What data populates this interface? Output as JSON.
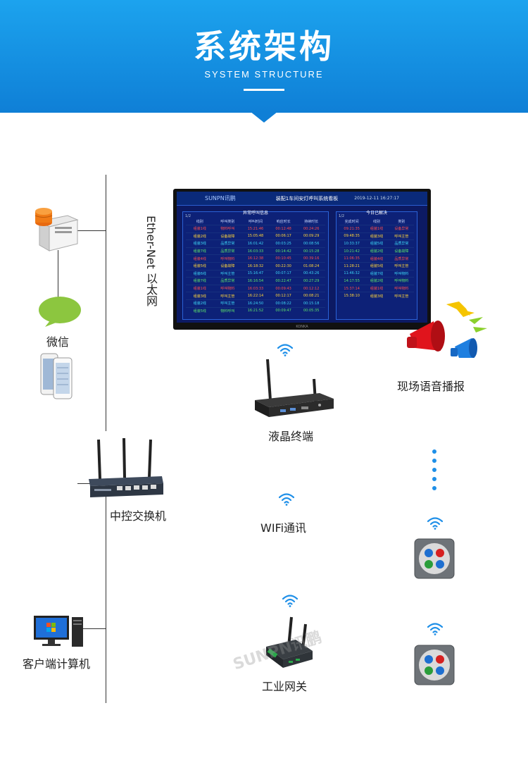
{
  "header": {
    "title": "系统架构",
    "subtitle": "SYSTEM STRUCTURE"
  },
  "labels": {
    "ethernet": "Ether-Net 以太网",
    "wechat": "微信",
    "lcd_terminal": "液晶终端",
    "onsite_broadcast": "现场语音播报",
    "central_switch": "中控交换机",
    "wifi_comm": "WIFi通讯",
    "client_computer": "客户端计算机",
    "industrial_gateway": "工业网关"
  },
  "board": {
    "logo": "SUNPN讯鹏",
    "title": "装配1车间安灯呼叫系统看板",
    "datetime": "2019-12-11  16:27:17",
    "brand": "KONKA",
    "left_panel": {
      "title": "异常呼叫信息",
      "page": "1/2",
      "columns": [
        "线别",
        "呼叫类别",
        "呼叫时间",
        "响应时长",
        "持续时长"
      ],
      "rows": [
        [
          "组装1线",
          "物料呼叫",
          "15:21:46",
          "00:12:48",
          "00:24:26"
        ],
        [
          "组装2线",
          "设备故障",
          "15:05:48",
          "00:06:17",
          "00:09:29"
        ],
        [
          "组装3线",
          "品质异常",
          "16:01:42",
          "00:03:25",
          "00:08:56"
        ],
        [
          "组装7线",
          "品质异常",
          "16:03:33",
          "00:14:42",
          "00:15:28"
        ],
        [
          "组装4线",
          "呼叫物料",
          "16:12:38",
          "00:10:45",
          "00:39:16"
        ],
        [
          "组装5线",
          "设备故障",
          "16:18:32",
          "00:22:30",
          "01:08:24"
        ],
        [
          "组装6线",
          "呼叫主管",
          "15:16:47",
          "00:07:17",
          "00:43:26"
        ],
        [
          "组装7线",
          "品质异常",
          "16:16:54",
          "00:22:47",
          "00:27:29"
        ],
        [
          "组装1线",
          "呼叫物料",
          "16:03:33",
          "00:09:43",
          "00:12:12"
        ],
        [
          "组装3线",
          "呼叫主管",
          "16:22:14",
          "00:12:17",
          "00:08:21"
        ],
        [
          "组装2线",
          "呼叫主管",
          "16:24:50",
          "00:08:22",
          "00:15:18"
        ],
        [
          "组装5线",
          "物料呼叫",
          "16:21:52",
          "00:09:47",
          "00:05:35"
        ]
      ]
    },
    "right_panel": {
      "title": "今日已解决",
      "page": "1/2",
      "columns": [
        "完成时间",
        "线别",
        "类别"
      ],
      "rows": [
        [
          "09:21:35",
          "组装1线",
          "设备异常"
        ],
        [
          "09:48:35",
          "组装3线",
          "呼叫主管"
        ],
        [
          "10:33:37",
          "组装5线",
          "品质异常"
        ],
        [
          "10:21:42",
          "组装2线",
          "设备故障"
        ],
        [
          "11:06:35",
          "组装4线",
          "品质异常"
        ],
        [
          "11:28:21",
          "组装5线",
          "呼叫主管"
        ],
        [
          "11:46:32",
          "组装7线",
          "呼叫物料"
        ],
        [
          "14:17:55",
          "组装2线",
          "呼叫物料"
        ],
        [
          "15:37:14",
          "组装1线",
          "呼叫物料"
        ],
        [
          "15:38:10",
          "组装3线",
          "呼叫主管"
        ]
      ]
    }
  },
  "watermark": "SUNPN讯鹏",
  "colors": {
    "banner": "#0f7fd6",
    "wifi": "#1e8fe8",
    "screen_bg": "#0c1a63"
  }
}
